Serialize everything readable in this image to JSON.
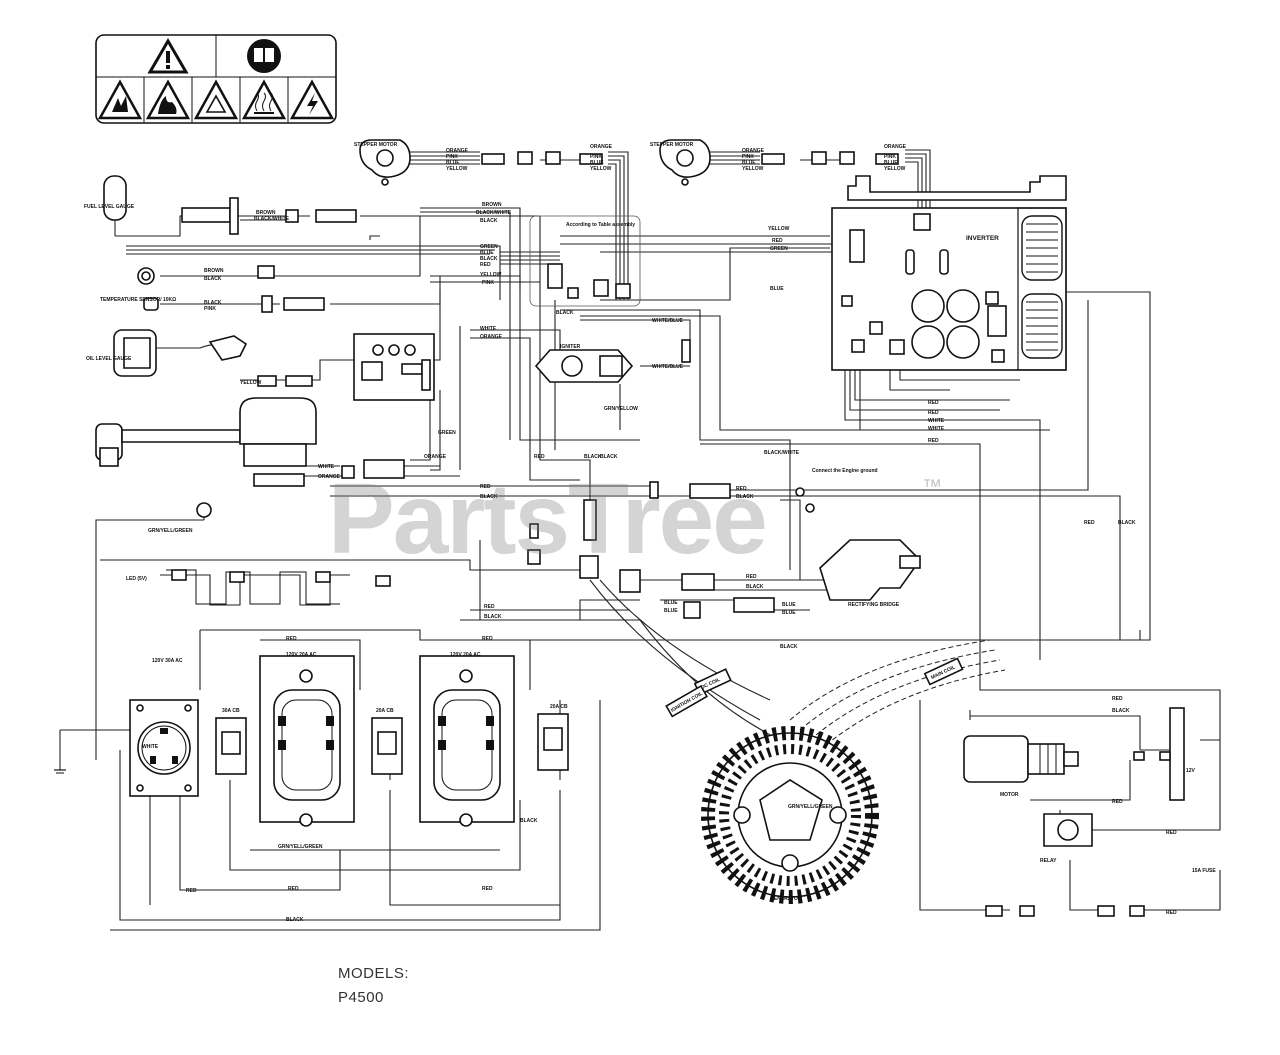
{
  "watermark": {
    "text": "PartsTree",
    "tm": "™"
  },
  "models": {
    "heading": "MODELS:",
    "model": "P4500"
  },
  "warning_icons": [
    "warning-triangle-icon",
    "manual-book-icon",
    "explosion-icon",
    "fire-icon",
    "hazard-triangle-icon",
    "hot-surface-icon",
    "electric-shock-icon"
  ],
  "components": {
    "stepper_motor_1": "STEPPER MOTOR",
    "stepper_motor_2": "STEPPER MOTOR",
    "fuel_level_gauge": "FUEL LEVEL GAUGE",
    "temperature_sensor": "TEMPERATURE SENSOR/ 10KΩ",
    "oil_level_gauge": "OIL LEVEL GAUGE",
    "inverter": "INVERTER",
    "igniter": "IGNITER",
    "led": "LED (5V)",
    "rectifying_bridge": "RECTIFYING BRIDGE",
    "generator": "GENERATOR",
    "motor": "MOTOR",
    "relay": "RELAY",
    "fuse": "15A FUSE",
    "battery": "12V",
    "engine_ground": "Connect the Engine ground",
    "assembly_note": "According to Table assembly",
    "outlet_30a": "120V 30A AC",
    "outlet_20a_1": "120V 20A AC",
    "outlet_20a_2": "120V 20A AC",
    "cb1": "30A CB",
    "cb2": "20A CB",
    "cb3": "20A CB",
    "dc_coil": "DC COIL",
    "main_coil": "MAIN COIL",
    "ignition_coil": "IGNITION COIL",
    "socket_white": "WHITE"
  },
  "wire_labels": {
    "orange": "ORANGE",
    "pink": "PINK",
    "blue": "BLUE",
    "yellow": "YELLOW",
    "brown": "BROWN",
    "black_white": "BLACK/WHITE",
    "black": "BLACK",
    "green": "GREEN",
    "red": "RED",
    "white": "WHITE",
    "white_blue": "WHITE/BLUE",
    "grn_yell": "GRN/YELLOW",
    "grn_yell_green": "GRN/YELL/GREEN"
  }
}
